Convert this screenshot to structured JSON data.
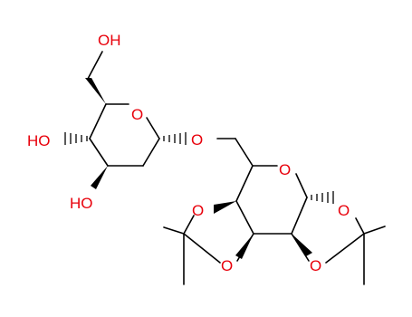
{
  "labels": {
    "oh_top": "OH",
    "o_ring_left": "O",
    "ho_mid": "HO",
    "ho_bottom": "HO",
    "o_glyco": "O",
    "o_ring_right": "O",
    "o_acetal_left_upper": "O",
    "o_acetal_left_lower": "O",
    "o_acetal_right": "O",
    "o_acetal_right_lower": "O"
  },
  "colors": {
    "bond": "#000000",
    "heteroatom": "#e8000b",
    "background": "#ffffff"
  }
}
